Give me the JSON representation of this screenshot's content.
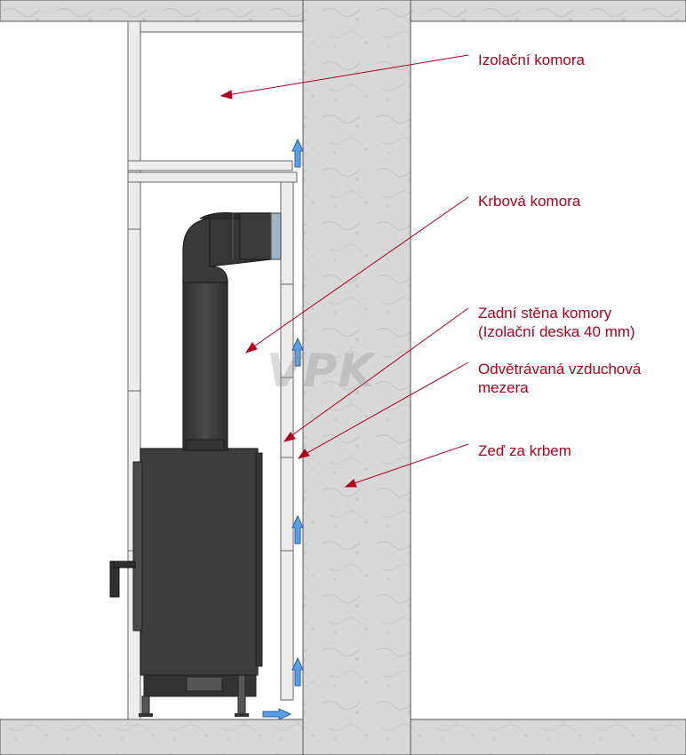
{
  "labels": {
    "insulation_chamber": "Izolační komora",
    "fireplace_chamber": "Krbová komora",
    "back_wall_line1": "Zadní stěna komory",
    "back_wall_line2": "(Izolační deska 40 mm)",
    "air_gap_line1": "Odvětrávaná vzduchová",
    "air_gap_line2": "mezera",
    "wall_behind": "Zeď za krbem"
  },
  "watermark": "VPK",
  "colors": {
    "label": "#b0001e",
    "concrete": "#d6d6d6",
    "stove": "#3d3d3d",
    "board": "#ececec",
    "airflow_arrow": "#5a9ee6"
  }
}
